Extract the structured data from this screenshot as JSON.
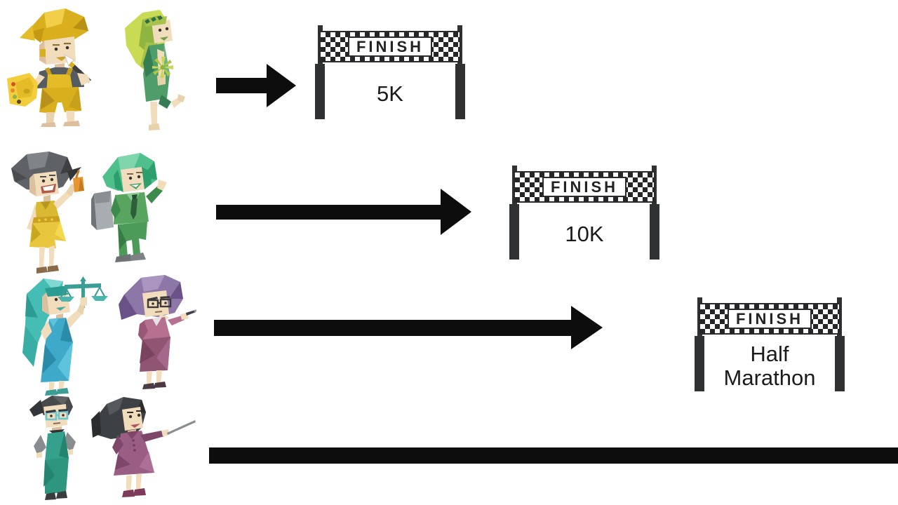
{
  "page": {
    "title": "Race distance comparison illustration",
    "background_color": "#ffffff"
  },
  "banner": {
    "finish_label": "FINISH",
    "structure_color": "#2f3133",
    "checker_color": "#262628",
    "text_color": "#222222"
  },
  "arrow": {
    "color": "#0d0d0d"
  },
  "rows": [
    {
      "distance_label": "5K",
      "has_finish_banner": true,
      "arrow_relative_length": 1,
      "arrow_runs_offscreen": false,
      "characters": [
        {
          "name": "artist-with-palette-and-brush",
          "primary_color": "#d9af1e"
        },
        {
          "name": "dancing-woman-with-flower",
          "primary_color": "#4f9d68"
        }
      ]
    },
    {
      "distance_label": "10K",
      "has_finish_banner": true,
      "arrow_relative_length": 3.2,
      "arrow_runs_offscreen": false,
      "characters": [
        {
          "name": "smiling-woman-with-drink",
          "primary_color": "#d9b832"
        },
        {
          "name": "hiker-with-backpack",
          "primary_color": "#57a55f"
        }
      ]
    },
    {
      "distance_label": "Half Marathon",
      "has_finish_banner": true,
      "arrow_relative_length": 4.9,
      "arrow_runs_offscreen": false,
      "characters": [
        {
          "name": "woman-with-scales-of-justice",
          "primary_color": "#3fa9c9"
        },
        {
          "name": "stern-woman-with-pen",
          "primary_color": "#8d76a8"
        }
      ]
    },
    {
      "distance_label": "",
      "has_finish_banner": false,
      "arrow_relative_length": 8.8,
      "arrow_runs_offscreen": true,
      "characters": [
        {
          "name": "person-with-teal-glasses",
          "primary_color": "#35a18d"
        },
        {
          "name": "teacher-with-pointer-stick",
          "primary_color": "#9a5e84"
        }
      ]
    }
  ]
}
